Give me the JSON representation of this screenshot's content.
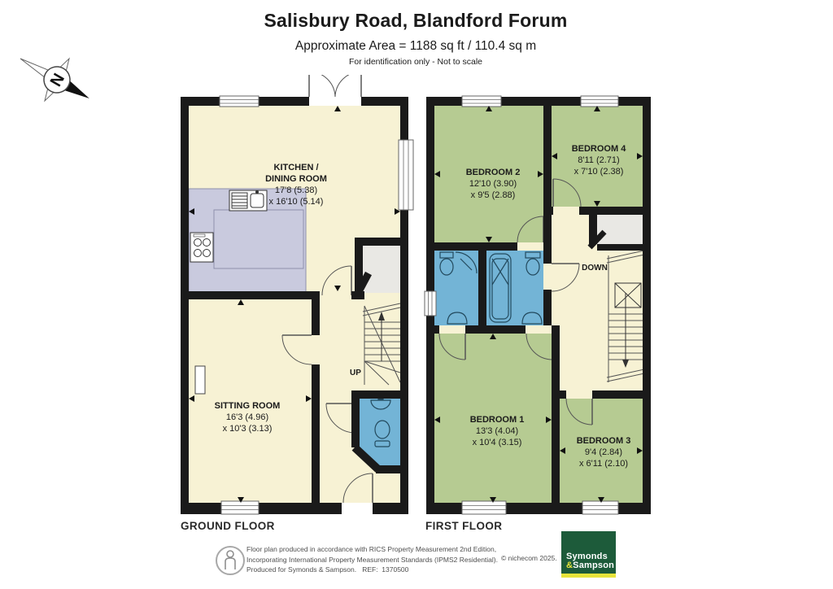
{
  "header": {
    "title": "Salisbury Road, Blandford Forum",
    "area_line": "Approximate Area = 1188 sq ft / 110.4 sq m",
    "disclaimer": "For identification only - Not to scale"
  },
  "compass": {
    "label": "N"
  },
  "ground_floor": {
    "floor_label": "GROUND FLOOR",
    "kitchen": {
      "name_line1": "KITCHEN /",
      "name_line2": "DINING ROOM",
      "dim_line1": "17'8 (5.38)",
      "dim_line2": "x 16'10 (5.14)"
    },
    "sitting_room": {
      "name_line1": "SITTING ROOM",
      "dim_line1": "16'3 (4.96)",
      "dim_line2": "x 10'3 (3.13)"
    },
    "stairs_label": "UP"
  },
  "first_floor": {
    "floor_label": "FIRST FLOOR",
    "bedroom2": {
      "name_line1": "BEDROOM 2",
      "dim_line1": "12'10 (3.90)",
      "dim_line2": "x 9'5 (2.88)"
    },
    "bedroom4": {
      "name_line1": "BEDROOM 4",
      "dim_line1": "8'11 (2.71)",
      "dim_line2": "x 7'10 (2.38)"
    },
    "bedroom1": {
      "name_line1": "BEDROOM 1",
      "dim_line1": "13'3 (4.04)",
      "dim_line2": "x 10'4 (3.15)"
    },
    "bedroom3": {
      "name_line1": "BEDROOM 3",
      "dim_line1": "9'4 (2.84)",
      "dim_line2": "x 6'11 (2.10)"
    },
    "stairs_label": "DOWN"
  },
  "footer": {
    "disclaimer_line1": "Floor plan produced in accordance with RICS Property Measurement 2nd Edition,",
    "disclaimer_line2": "Incorporating International Property Measurement Standards (IPMS2 Residential).",
    "disclaimer_line3": "Produced for Symonds & Sampson.   REF:  1370500",
    "copyright": "© nichecom 2025.",
    "logo_line1": "Symonds",
    "logo_amp": "&",
    "logo_line2": "Sampson"
  },
  "colors": {
    "wall": "#1a1a1a",
    "room_cream": "#f7f2d4",
    "bedroom_green": "#b6cb92",
    "bathroom_blue": "#73b4d6",
    "kitchen_counter_lavender": "#c9cade",
    "cupboard_gray": "#e9e8e4",
    "logo_green": "#1d5b3a",
    "logo_yellow": "#e7e43b"
  }
}
